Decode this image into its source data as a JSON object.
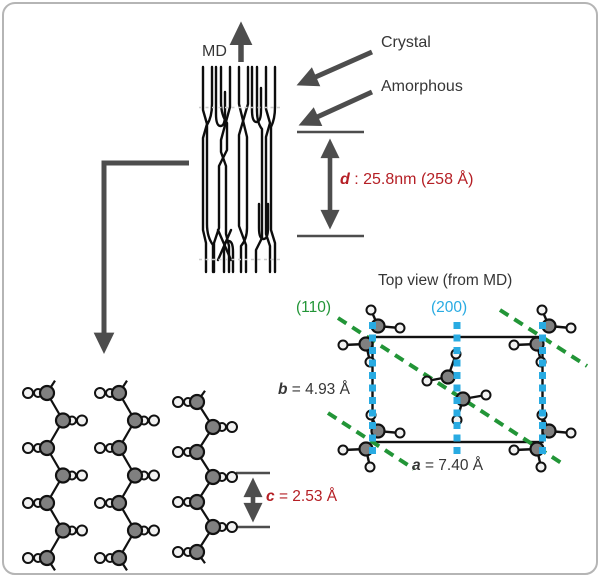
{
  "diagram": {
    "labels": {
      "md": "MD",
      "crystal": "Crystal",
      "amorphous": "Amorphous",
      "top_view_title": "Top view (from MD)",
      "plane_110": "(110)",
      "plane_200": "(200)"
    },
    "dimensions": {
      "d": {
        "symbol": "d",
        "value": ": 25.8nm (258 Å)"
      },
      "b": {
        "symbol": "b",
        "value": "= 4.93 Å"
      },
      "a": {
        "symbol": "a",
        "value": "= 7.40 Å"
      },
      "c": {
        "symbol": "c",
        "value": "= 2.53 Å"
      }
    },
    "colors": {
      "dimension_red": "#b51f25",
      "plane_110_green": "#229537",
      "plane_200_blue": "#29abe2",
      "arrow_gray": "#4d4d4d",
      "text_dark": "#363636"
    }
  }
}
